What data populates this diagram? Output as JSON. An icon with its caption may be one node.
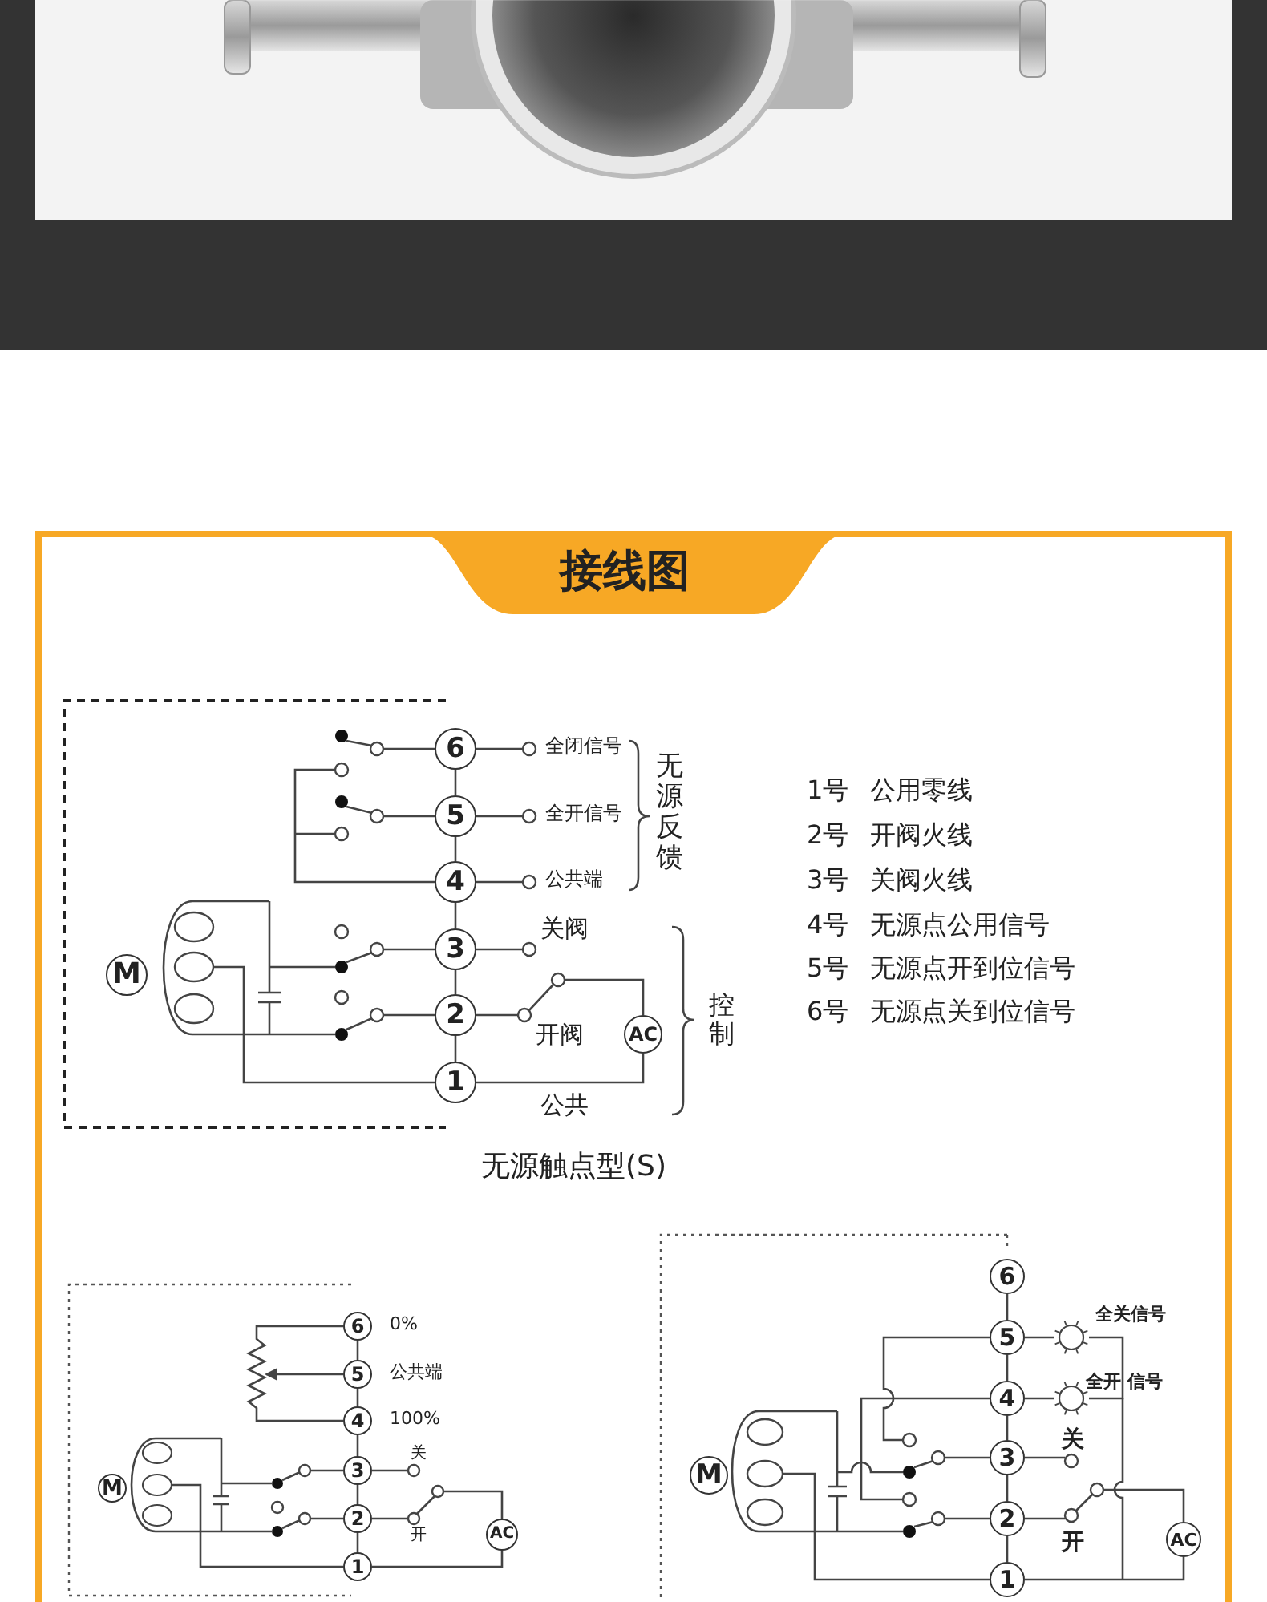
{
  "diagram": {
    "title": "接线图",
    "caption": "无源触点型(S)",
    "nodes": [
      {
        "text": [
          "6"
        ]
      },
      {
        "text": [
          "5"
        ]
      },
      {
        "text": [
          "4"
        ]
      },
      {
        "text": [
          "3"
        ]
      },
      {
        "text": [
          "2"
        ]
      },
      {
        "text": [
          "1"
        ]
      },
      {
        "text": [
          "M"
        ]
      },
      {
        "text": [
          "AC"
        ]
      },
      {
        "text": [
          "6"
        ]
      },
      {
        "text": [
          "5"
        ]
      },
      {
        "text": [
          "4"
        ]
      },
      {
        "text": [
          "3"
        ]
      },
      {
        "text": [
          "2"
        ]
      },
      {
        "text": [
          "1"
        ]
      },
      {
        "text": [
          "M"
        ]
      },
      {
        "text": [
          "AC"
        ]
      },
      {
        "text": [
          "6"
        ]
      },
      {
        "text": [
          "5"
        ]
      },
      {
        "text": [
          "4"
        ]
      },
      {
        "text": [
          "3"
        ]
      },
      {
        "text": [
          "2"
        ]
      },
      {
        "text": [
          "1"
        ]
      },
      {
        "text": [
          "M"
        ]
      },
      {
        "text": [
          "AC"
        ]
      },
      {
        "text": [],
        "shape": "lamp"
      },
      {
        "text": [],
        "shape": "lamp"
      }
    ],
    "edges": [
      {
        "from": 0,
        "to": 1,
        "arrow": "none"
      },
      {
        "from": 1,
        "to": 2,
        "arrow": "none"
      },
      {
        "from": 2,
        "to": 3,
        "arrow": "none"
      },
      {
        "from": 3,
        "to": 4,
        "arrow": "none"
      },
      {
        "from": 4,
        "to": 5,
        "arrow": "none"
      },
      {
        "from": 5,
        "to": 7,
        "arrow": "none"
      },
      {
        "from": 8,
        "to": 9,
        "arrow": "none"
      },
      {
        "from": 9,
        "to": 10,
        "arrow": "none"
      },
      {
        "from": 10,
        "to": 11,
        "arrow": "none"
      },
      {
        "from": 11,
        "to": 12,
        "arrow": "none"
      },
      {
        "from": 12,
        "to": 13,
        "arrow": "none"
      },
      {
        "from": 13,
        "to": 15,
        "arrow": "none"
      },
      {
        "from": 16,
        "to": 17,
        "arrow": "none"
      },
      {
        "from": 17,
        "to": 18,
        "arrow": "none"
      },
      {
        "from": 18,
        "to": 19,
        "arrow": "none"
      },
      {
        "from": 19,
        "to": 20,
        "arrow": "none"
      },
      {
        "from": 20,
        "to": 21,
        "arrow": "none"
      },
      {
        "from": 21,
        "to": 23,
        "arrow": "none"
      },
      {
        "from": 17,
        "to": 24,
        "arrow": "none"
      },
      {
        "from": 18,
        "to": 25,
        "arrow": "none"
      },
      {
        "from": 24,
        "to": 25,
        "arrow": "none"
      }
    ],
    "labels": [
      "全闭信号",
      "全开信号",
      "公共端",
      "无源反馈",
      "关阀",
      "开阀",
      "公共",
      "控制",
      "1号 公用零线",
      "2号 开阀火线",
      "3号 关阀火线",
      "4号 无源点公用信号",
      "5号 无源点开到位信号",
      "6号 无源点关到位信号",
      "0%",
      "公共端",
      "100%",
      "关",
      "开",
      "全关信号",
      "全开 信号",
      "关",
      "开"
    ]
  }
}
